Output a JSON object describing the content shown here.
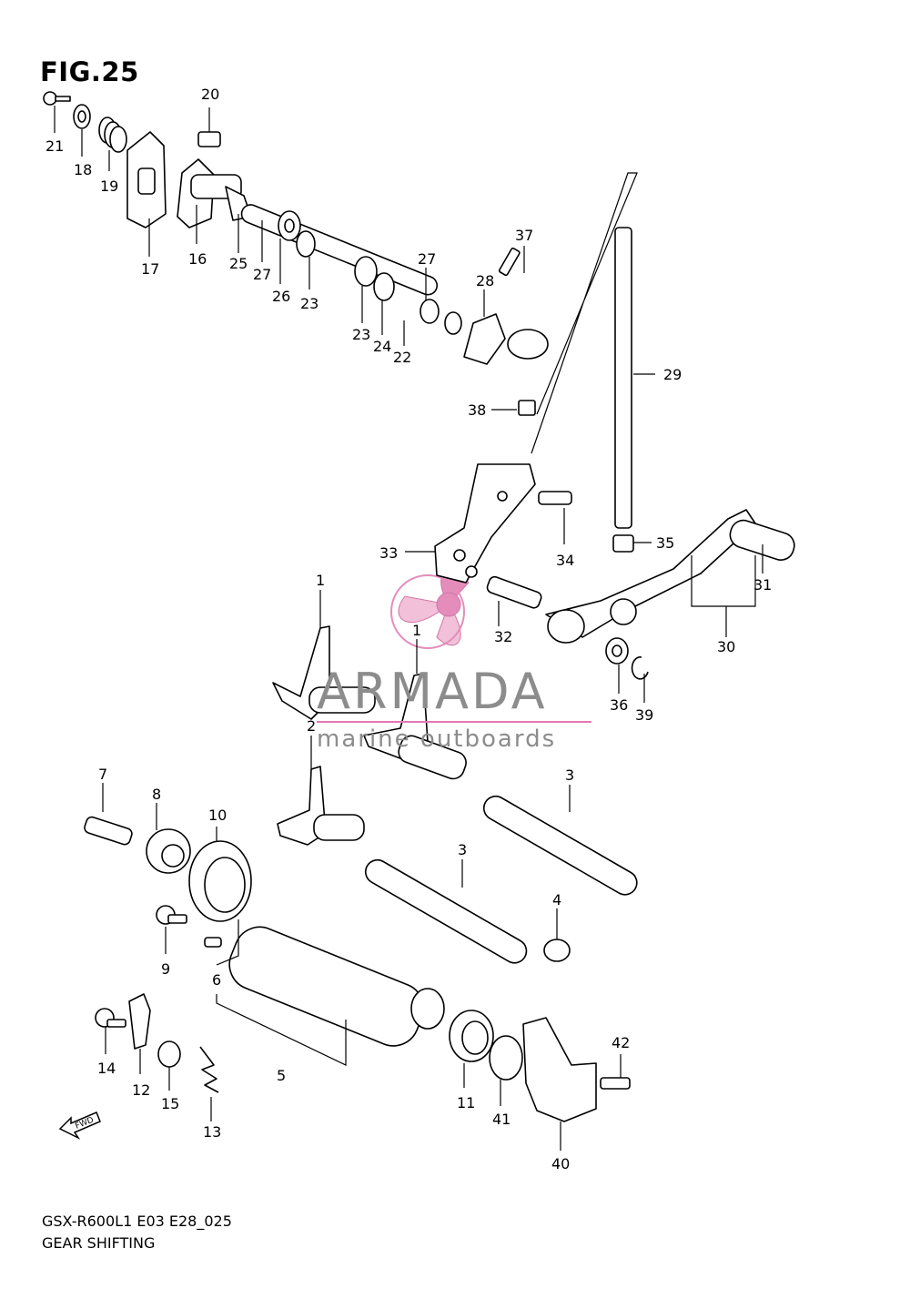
{
  "figure": {
    "title": "FIG.25",
    "model_code": "GSX-R600L1 E03 E28_025",
    "section_name": "GEAR SHIFTING"
  },
  "watermark": {
    "name": "ARMADA",
    "tagline": "marine outboards",
    "logo_icon": "propeller-logo-icon",
    "accent_color": "#e07ab0",
    "text_color": "#8c8c8c"
  },
  "direction_marker": {
    "label": "FWD",
    "icon": "forward-arrow-icon"
  },
  "callouts": [
    "1",
    "1",
    "2",
    "3",
    "3",
    "4",
    "5",
    "6",
    "7",
    "8",
    "9",
    "10",
    "11",
    "12",
    "13",
    "14",
    "15",
    "16",
    "17",
    "18",
    "19",
    "20",
    "21",
    "22",
    "23",
    "23",
    "24",
    "25",
    "26",
    "27",
    "27",
    "28",
    "29",
    "30",
    "31",
    "32",
    "33",
    "34",
    "35",
    "36",
    "37",
    "38",
    "39",
    "40",
    "41",
    "42"
  ]
}
